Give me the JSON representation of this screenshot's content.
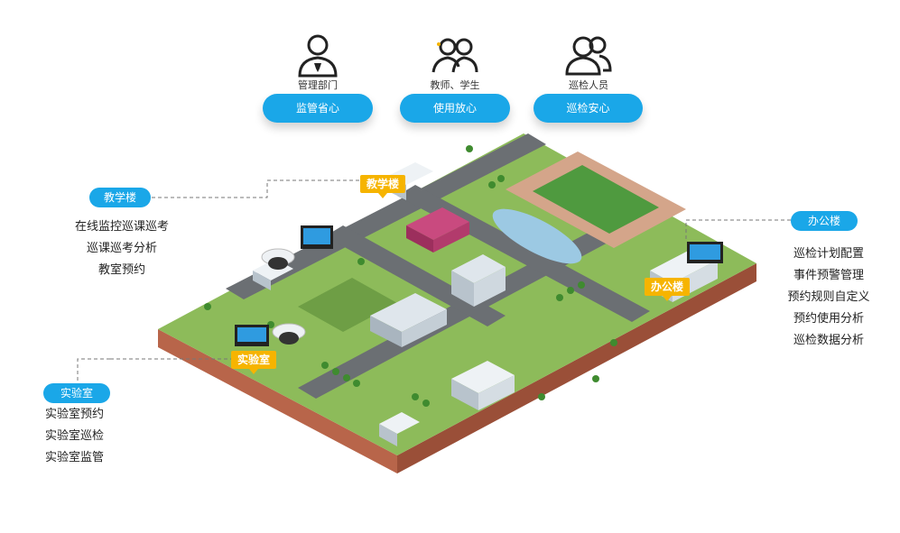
{
  "roles": [
    {
      "caption": "管理部门",
      "pill": "监管省心",
      "icon": "admin-person-icon"
    },
    {
      "caption": "教师、学生",
      "pill": "使用放心",
      "icon": "teacher-student-icon"
    },
    {
      "caption": "巡检人员",
      "pill": "巡检安心",
      "icon": "inspector-group-icon"
    }
  ],
  "teaching": {
    "tag": "教学楼",
    "features": [
      "在线监控巡课巡考",
      "巡课巡考分析",
      "教室预约"
    ],
    "map_label": "教学楼"
  },
  "office": {
    "tag": "办公楼",
    "features": [
      "巡检计划配置",
      "事件预警管理",
      "预约规则自定义",
      "预约使用分析",
      "巡检数据分析"
    ],
    "map_label": "办公楼"
  },
  "lab": {
    "tag": "实验室",
    "features": [
      "实验室预约",
      "实验室巡检",
      "实验室监管"
    ],
    "map_label": "实验室"
  },
  "colors": {
    "accent": "#1aa7e8",
    "label": "#f6b400",
    "grass": "#8dbb5a",
    "road": "#6b6f73",
    "soil": "#b8654a"
  }
}
